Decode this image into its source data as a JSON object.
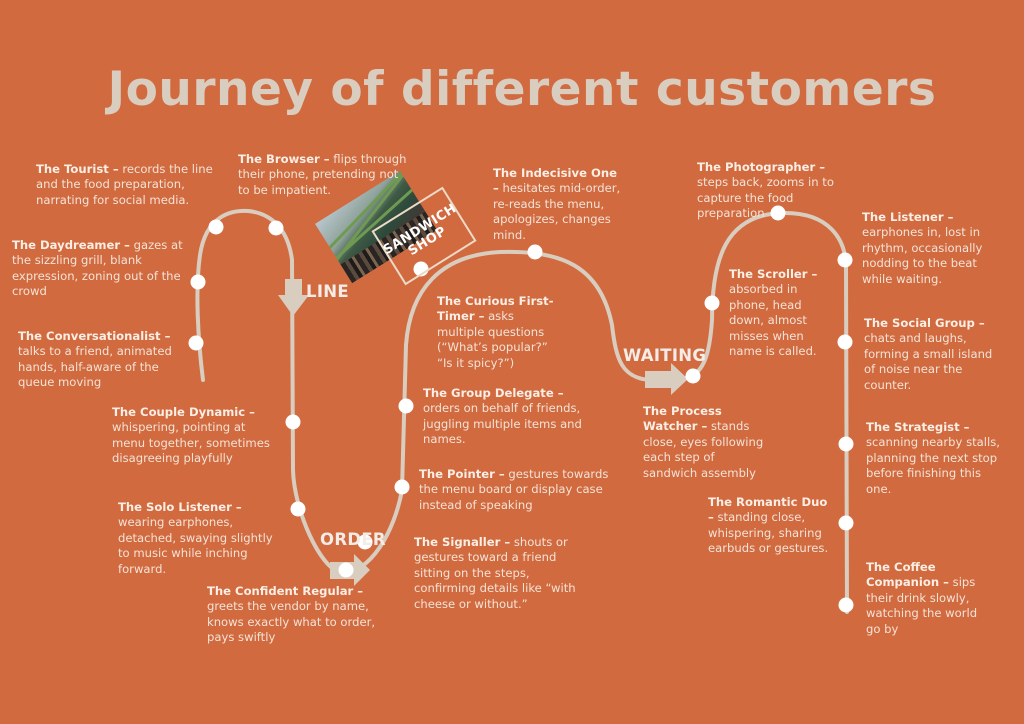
{
  "title": "Journey of different customers",
  "colors": {
    "background": "#d26a40",
    "path": "#d9cdbf",
    "node": "#ffffff",
    "title": "#d9cdbf",
    "text": "#f3e3d6"
  },
  "sign": {
    "line1": "SANDWICH",
    "line2": "SHOP"
  },
  "stages": {
    "line": "LINE",
    "order": "ORDER",
    "waiting": "WAITING"
  },
  "customers": [
    {
      "name": "The Tourist –",
      "desc": "records the line and the food preparation, narrating for social media."
    },
    {
      "name": "The Browser –",
      "desc": "flips through their phone, pretending not to be impatient."
    },
    {
      "name": "The Daydreamer –",
      "desc": "gazes at the sizzling grill, blank expression, zoning out of the crowd"
    },
    {
      "name": "The Conversationalist –",
      "desc": "talks to a friend, animated hands, half-aware of the queue moving"
    },
    {
      "name": "The Couple Dynamic –",
      "desc": "whispering, pointing at menu together, sometimes disagreeing playfully"
    },
    {
      "name": "The Solo Listener –",
      "desc": "wearing earphones, detached, swaying slightly to music while inching forward."
    },
    {
      "name": "The Confident Regular –",
      "desc": "greets the vendor by name, knows exactly what to order, pays swiftly"
    },
    {
      "name": "The Indecisive One –",
      "desc": "hesitates mid-order, re-reads the menu, apologizes, changes mind."
    },
    {
      "name": "The Curious First-Timer –",
      "desc": "asks multiple questions (“What’s popular?” “Is it spicy?”)"
    },
    {
      "name": "The Group Delegate –",
      "desc": "orders on behalf of friends, juggling multiple items and names."
    },
    {
      "name": "The Pointer –",
      "desc": "gestures towards the menu board or display case instead of speaking"
    },
    {
      "name": "The Signaller –",
      "desc": "shouts or gestures toward a friend sitting on the steps, confirming details like “with cheese or without.”"
    },
    {
      "name": "The Photographer –",
      "desc": "steps back, zooms in to capture the food preparation"
    },
    {
      "name": "The Scroller –",
      "desc": "absorbed in phone, head down, almost misses when name is called."
    },
    {
      "name": "The Process Watcher –",
      "desc": "stands close, eyes following each step of sandwich assembly"
    },
    {
      "name": "The Romantic Duo –",
      "desc": "standing close, whispering, sharing earbuds or gestures."
    },
    {
      "name": "The Listener –",
      "desc": "earphones in, lost in rhythm, occasionally nodding to the beat while waiting."
    },
    {
      "name": "The Social Group –",
      "desc": "chats and laughs, forming a small island of noise near the counter."
    },
    {
      "name": "The Strategist –",
      "desc": "scanning nearby stalls, planning the next stop before finishing this one."
    },
    {
      "name": "The Coffee Companion –",
      "desc": "sips their drink slowly, watching the world go by"
    }
  ]
}
